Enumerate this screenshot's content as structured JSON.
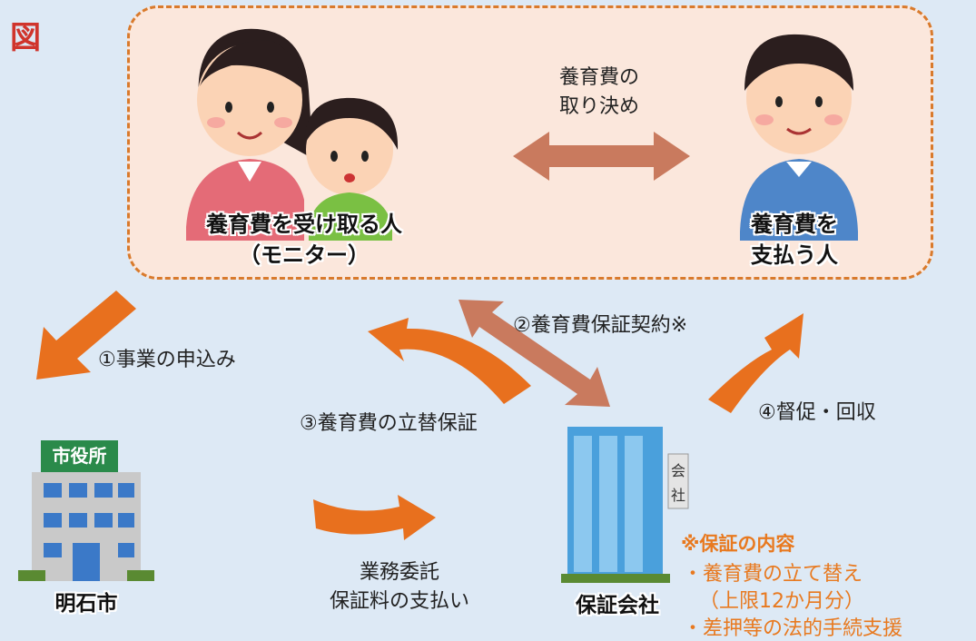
{
  "figure_label": "図",
  "family": {
    "receiver_label_line1": "養育費を受け取る人",
    "receiver_label_line2": "（モニター）",
    "payer_label_line1": "養育費を",
    "payer_label_line2": "支払う人",
    "agreement_line1": "養育費の",
    "agreement_line2": "取り決め"
  },
  "flows": {
    "step1": "①事業の申込み",
    "step2": "②養育費保証契約※",
    "step3": "③養育費の立替保証",
    "step4": "④督促・回収",
    "outsourcing_line1": "業務委託",
    "outsourcing_line2": "保証料の支払い"
  },
  "city": {
    "sign": "市役所",
    "name": "明石市"
  },
  "company": {
    "sign_char1": "会",
    "sign_char2": "社",
    "name": "保証会社"
  },
  "guarantee_note": {
    "title": "※保証の内容",
    "items": [
      "・養育費の立て替え",
      "（上限12か月分）",
      "・差押等の法的手続支援"
    ]
  },
  "colors": {
    "background": "#dde9f5",
    "box_fill": "#fbe7dc",
    "box_border": "#d97a2c",
    "arrow_orange": "#e8701e",
    "arrow_brown": "#c97a5e",
    "title_red": "#d0342c",
    "note_orange": "#e8791f"
  }
}
